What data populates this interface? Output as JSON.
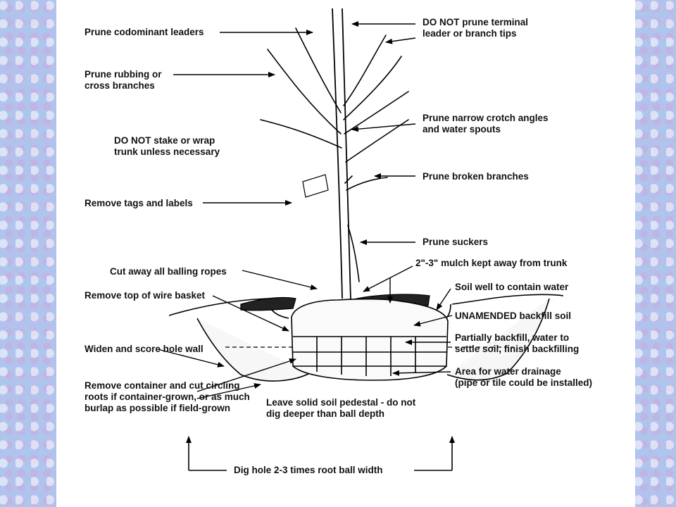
{
  "labels": {
    "prune_codominant": "Prune codominant leaders",
    "do_not_prune_terminal_1": "DO NOT prune terminal",
    "do_not_prune_terminal_2": "leader or branch tips",
    "prune_rubbing_1": "Prune rubbing or",
    "prune_rubbing_2": "cross branches",
    "prune_crotch_1": "Prune narrow crotch angles",
    "prune_crotch_2": "and water spouts",
    "do_not_stake_1": "DO NOT stake or wrap",
    "do_not_stake_2": "trunk unless necessary",
    "prune_broken": "Prune broken branches",
    "remove_tags": "Remove tags and labels",
    "prune_suckers": "Prune suckers",
    "cut_ropes": "Cut away all balling ropes",
    "mulch": "2\"-3\" mulch kept away from trunk",
    "remove_wire": "Remove top of wire basket",
    "soil_well": "Soil well to contain water",
    "unamended": "UNAMENDED backfill soil",
    "partially_1": "Partially backfill, water to",
    "partially_2": "settle soil, finish backfilling",
    "widen": "Widen and score hole wall",
    "drainage_1": "Area for water drainage",
    "drainage_2": "(pipe or tile could be installed)",
    "remove_container_1": "Remove container and cut circling",
    "remove_container_2": "roots if container-grown, or as much",
    "remove_container_3": "burlap as possible if field-grown",
    "pedestal_1": "Leave solid soil pedestal - do not",
    "pedestal_2": "dig deeper than ball depth",
    "dig_hole": "Dig hole 2-3 times root ball width"
  }
}
